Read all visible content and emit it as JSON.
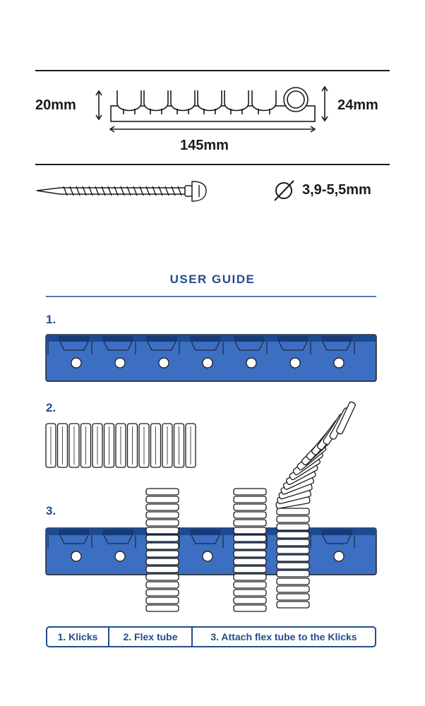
{
  "dimensions": {
    "height_small": "20mm",
    "height_large": "24mm",
    "width": "145mm",
    "screw_diameter": "3,9-5,5mm"
  },
  "guide": {
    "title": "USER GUIDE",
    "steps": [
      "1.",
      "2.",
      "3."
    ],
    "legend": [
      "1. Klicks",
      "2. Flex tube",
      "3. Attach flex tube to the Klicks"
    ]
  },
  "colors": {
    "accent": "#234c8c",
    "rail_blue": "#3c6fc2",
    "rail_dark": "#1e4a92",
    "line": "#1a1a1a"
  },
  "icons": [
    "diameter-icon",
    "screw-icon",
    "double-arrow-icon"
  ]
}
